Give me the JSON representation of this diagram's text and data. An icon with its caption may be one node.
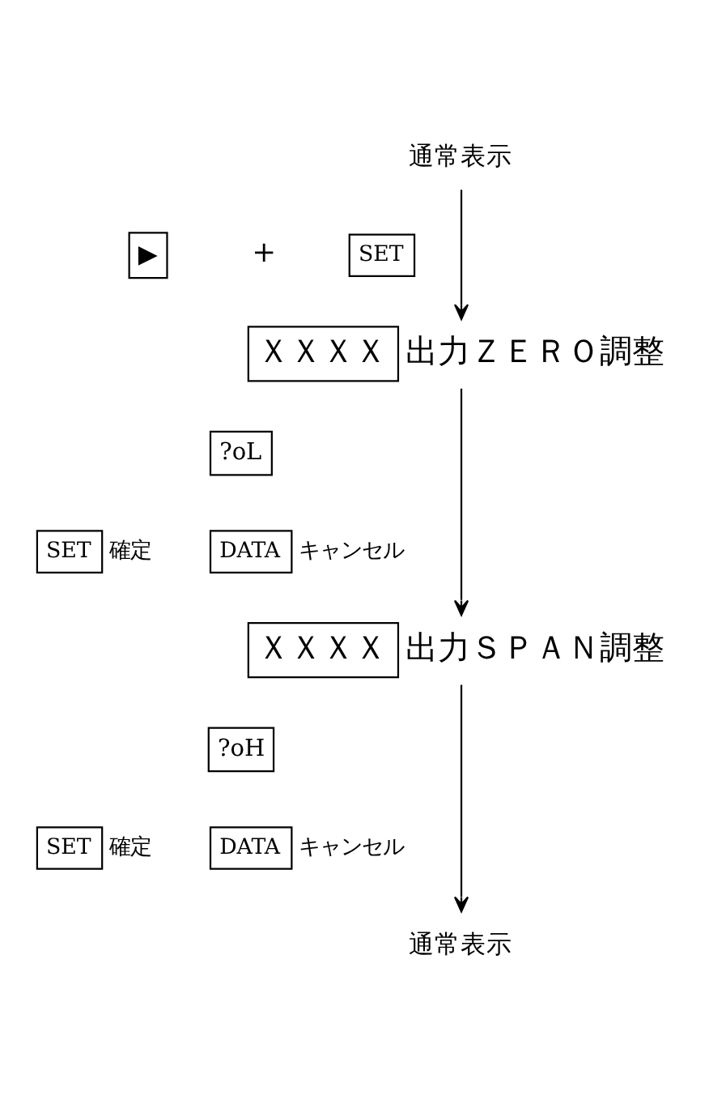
{
  "diagram": {
    "nodes": [
      {
        "text": [
          "通常表示"
        ]
      },
      {
        "text": [
          "▶"
        ]
      },
      {
        "text": [
          "SET"
        ]
      },
      {
        "text": [
          "ＸＸＸＸ"
        ],
        "beside": [
          "出力ＺＥＲＯ調整"
        ]
      },
      {
        "text": [
          "?oL"
        ]
      },
      {
        "text": [
          "SET"
        ],
        "beside": [
          "確定"
        ]
      },
      {
        "text": [
          "DATA"
        ],
        "beside": [
          "キャンセル"
        ]
      },
      {
        "text": [
          "ＸＸＸＸ"
        ],
        "beside": [
          "出力ＳＰＡＮ調整"
        ]
      },
      {
        "text": [
          "?oH"
        ]
      },
      {
        "text": [
          "SET"
        ],
        "beside": [
          "確定"
        ]
      },
      {
        "text": [
          "DATA"
        ],
        "beside": [
          "キャンセル"
        ]
      },
      {
        "text": [
          "通常表示"
        ]
      }
    ],
    "edges": [
      {
        "from": 0,
        "to": 3,
        "arrow": "to"
      },
      {
        "from": 3,
        "to": 7,
        "arrow": "to"
      },
      {
        "from": 7,
        "to": 11,
        "arrow": "to"
      }
    ],
    "labels": [
      "+"
    ]
  }
}
